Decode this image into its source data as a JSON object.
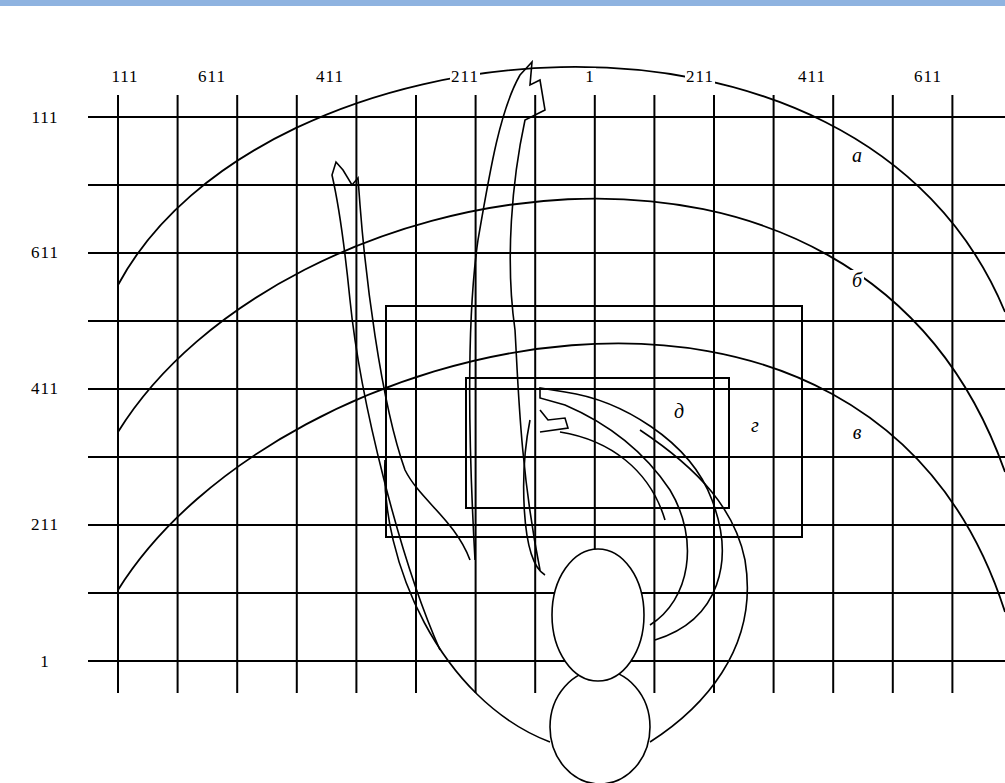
{
  "diagram": {
    "nodes": [
      {
        "text": [
          "г"
        ]
      },
      {
        "text": [
          "д"
        ],
        "in": 0
      }
    ],
    "labels": [
      "111",
      "611",
      "411",
      "211",
      "1",
      "211",
      "411",
      "611",
      "111",
      "611",
      "411",
      "211",
      "1",
      "а",
      "б",
      "в"
    ]
  }
}
